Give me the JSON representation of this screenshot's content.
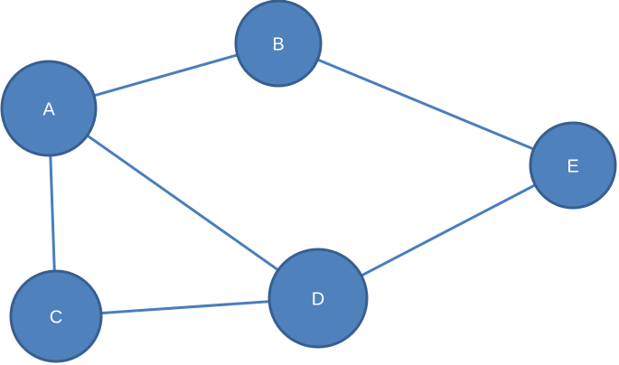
{
  "graph": {
    "nodes": [
      {
        "id": "A",
        "label": "A"
      },
      {
        "id": "B",
        "label": "B"
      },
      {
        "id": "C",
        "label": "C"
      },
      {
        "id": "D",
        "label": "D"
      },
      {
        "id": "E",
        "label": "E"
      }
    ],
    "edges": [
      {
        "from": "A",
        "to": "B"
      },
      {
        "from": "A",
        "to": "C"
      },
      {
        "from": "A",
        "to": "D"
      },
      {
        "from": "C",
        "to": "D"
      },
      {
        "from": "B",
        "to": "E"
      },
      {
        "from": "D",
        "to": "E"
      }
    ]
  },
  "colors": {
    "node_fill": "#4F81BD",
    "node_stroke": "#375F8F",
    "edge": "#4A7EBB",
    "label": "#FFFFFF",
    "background": "#FFFFFF"
  }
}
